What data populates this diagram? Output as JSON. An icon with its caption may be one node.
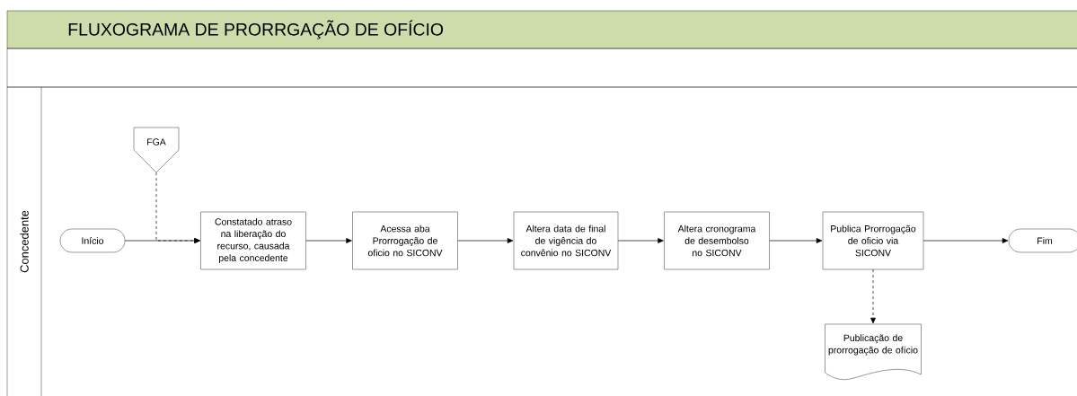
{
  "diagram": {
    "title": "FLUXOGRAMA DE PRORRGAÇÃO DE OFÍCIO",
    "nodes": [
      {
        "text": [
          "Concedente"
        ]
      },
      {
        "text": [
          "Início"
        ],
        "in": 0
      },
      {
        "text": [
          "FGA"
        ],
        "in": 0
      },
      {
        "text": [
          "Constatado atraso na liberação do recurso, causada pela concedente"
        ],
        "in": 0
      },
      {
        "text": [
          "Acessa aba Prorrogação de oficio no SICONV"
        ],
        "in": 0
      },
      {
        "text": [
          "Altera data de final de vigência do convênio no SICONV"
        ],
        "in": 0
      },
      {
        "text": [
          "Altera cronograma de desembolso no SICONV"
        ],
        "in": 0
      },
      {
        "text": [
          "Publica Prorrogação de oficio via SICONV"
        ],
        "in": 0
      },
      {
        "text": [
          "Fim"
        ],
        "in": 0
      },
      {
        "text": [
          "Publicação de prorrogação de ofício"
        ],
        "in": 0
      }
    ],
    "edges": [
      {
        "from": 1,
        "to": 3,
        "arrow": "to"
      },
      {
        "from": 2,
        "to": 3,
        "arrow": "to",
        "style": "dashed"
      },
      {
        "from": 3,
        "to": 4,
        "arrow": "to"
      },
      {
        "from": 4,
        "to": 5,
        "arrow": "to"
      },
      {
        "from": 5,
        "to": 6,
        "arrow": "to"
      },
      {
        "from": 6,
        "to": 7,
        "arrow": "to"
      },
      {
        "from": 7,
        "to": 8,
        "arrow": "to"
      },
      {
        "from": 7,
        "to": 9,
        "arrow": "to",
        "style": "dashed"
      }
    ]
  }
}
